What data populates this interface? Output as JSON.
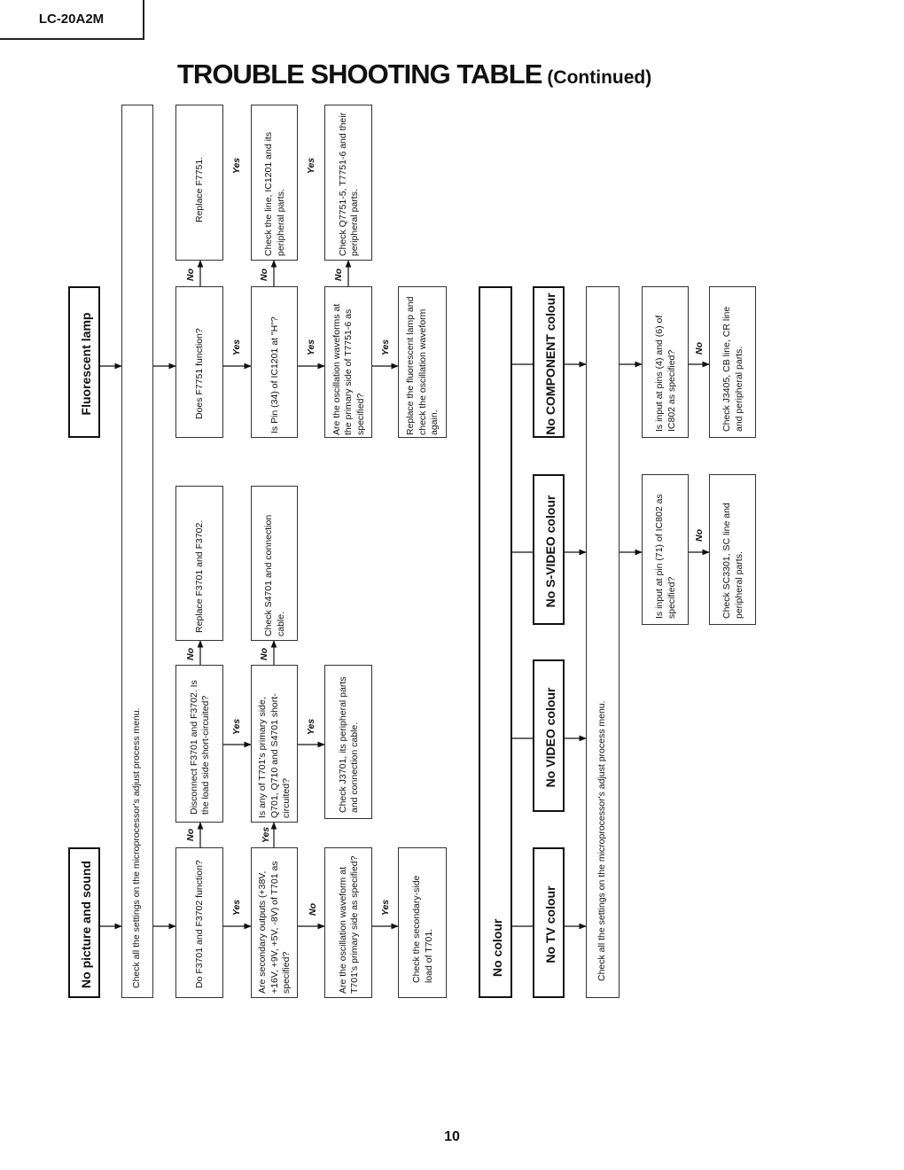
{
  "header": {
    "model": "LC-20A2M",
    "title": "TROUBLE SHOOTING TABLE",
    "title_cont": "(Continued)"
  },
  "page_number": "10",
  "labels": {
    "yes": "Yes",
    "no": "No"
  },
  "sections": {
    "no_picture": {
      "heading": "No picture and sound",
      "check_settings": "Check all the settings on the microprocessor's adjust process menu.",
      "q_fuse_function": "Do F3701 and F3702 function?",
      "q_disconnect": "Disconnect F3701 and F3702. Is the load side short-circuited?",
      "a_replace_fuses": "Replace F3701 and F3702.",
      "q_secondary_outputs": "Are secondary outputs (+38V, +16V, +9V, +5V, -8V) of T701 as specified?",
      "q_t701_short": "Is any of T701's primary side, Q701, Q710 and S4701 short-circuited?",
      "a_check_s4701": "Check S4701 and connection cable.",
      "q_osc_waveform": "Are the oscillation waveform at T701's primary side as specified?",
      "a_check_j3701": "Check J3701, its peripheral parts and connection cable.",
      "a_check_secondary": "Check the secondary-side load of T701."
    },
    "fluorescent": {
      "heading": "Fluorescent lamp",
      "q_f7751": "Does F7751 function?",
      "a_replace_f7751": "Replace F7751.",
      "q_pin34": "Is Pin (34) of IC1201 at \"H\"?",
      "a_check_ic1201": "Check the line, IC1201 and its peripheral parts.",
      "q_osc_t7751": "Are the oscillation waveforms at the primary side of T7751-6 as specified?",
      "a_check_q7751": "Check Q7751-5, T7751-6 and their peripheral parts.",
      "a_replace_lamp": "Replace the fluorescent lamp and check the oscillation waveform again."
    },
    "no_colour": {
      "heading": "No colour",
      "tv": "No TV colour",
      "video": "No VIDEO colour",
      "svideo": "No S-VIDEO colour",
      "component": "No COMPONENT colour",
      "check_settings": "Check all the settings on the microprocessor's adjust process menu.",
      "q_pin71": "Is input at pin (71) of IC802 as specified?",
      "a_check_sc3301": "Check SC3301, SC line and peripheral parts.",
      "q_pins46": "Is input at pins (4) and (6) of IC802 as specified?",
      "a_check_j3405": "Check J3405, CB line, CR line and peripheral parts."
    }
  }
}
